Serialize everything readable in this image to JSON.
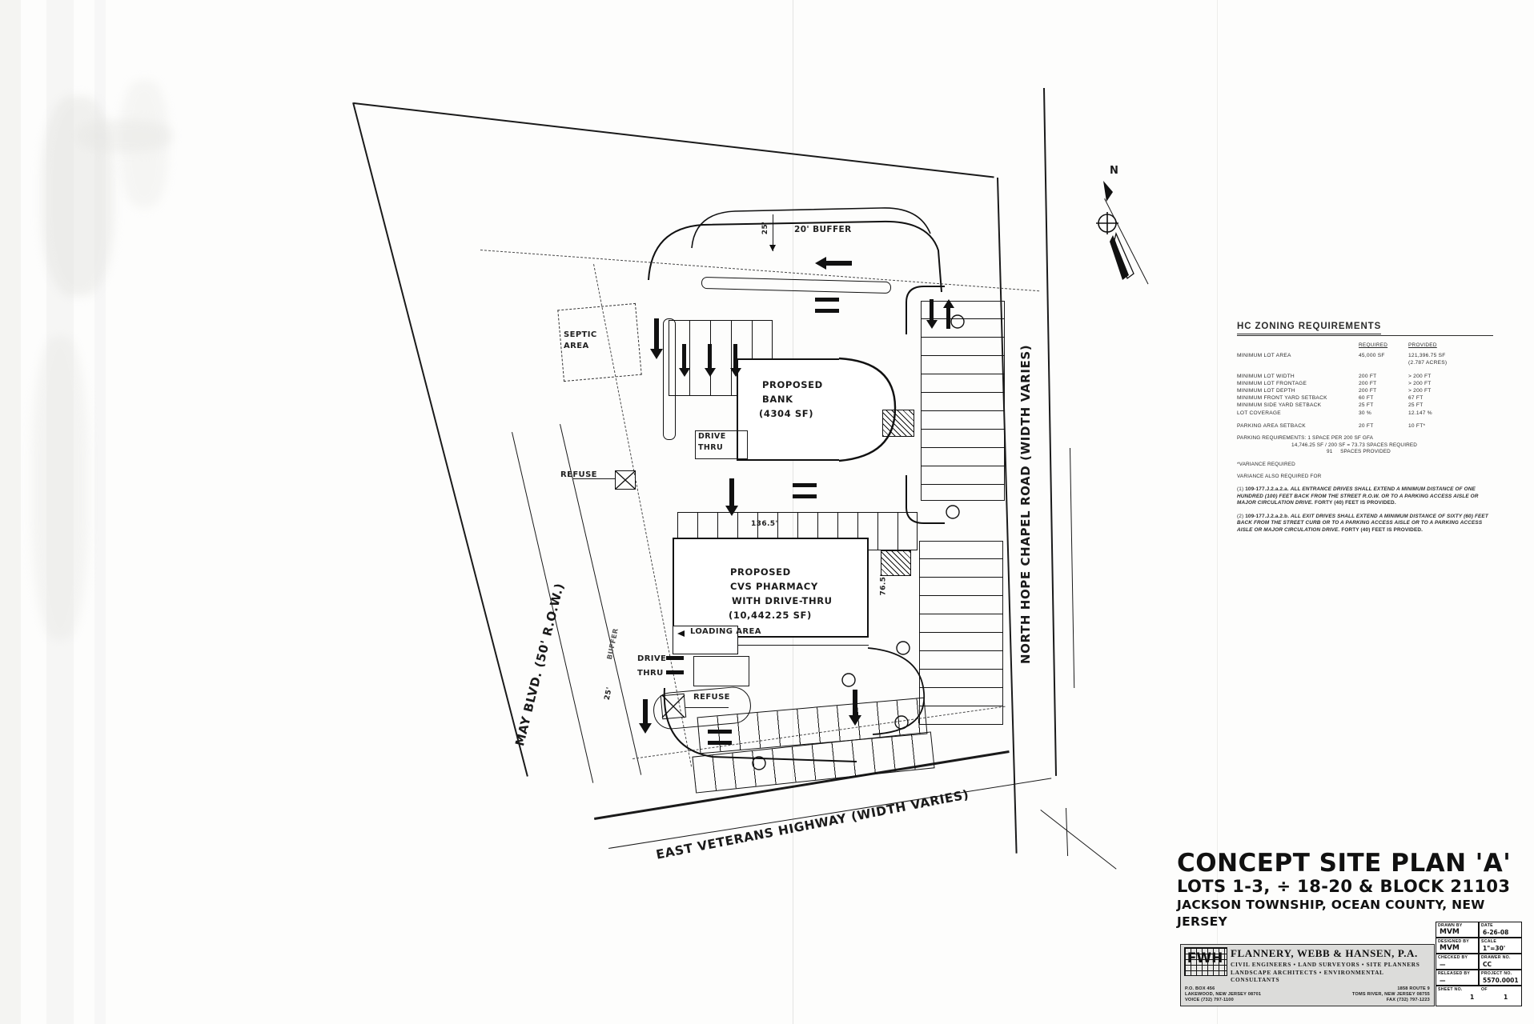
{
  "document": {
    "type": "engineering-site-plan",
    "sheet_title": "CONCEPT SITE PLAN 'A'",
    "lots_line": "LOTS 1-3, ÷ 18-20 & BLOCK 21103",
    "municipality_line": "JACKSON TOWNSHIP, OCEAN COUNTY, NEW JERSEY"
  },
  "zoning": {
    "title": "HC ZONING REQUIREMENTS",
    "col_required": "REQUIRED",
    "col_provided": "PROVIDED",
    "rows": [
      {
        "label": "MINIMUM LOT AREA",
        "required": "45,000 SF",
        "provided": "121,396.75 SF"
      },
      {
        "label": "",
        "required": "",
        "provided": "(2.787 ACRES)"
      },
      {
        "label": "MINIMUM LOT WIDTH",
        "required": "200 FT",
        "provided": "> 200 FT"
      },
      {
        "label": "MINIMUM LOT FRONTAGE",
        "required": "200 FT",
        "provided": "> 200 FT"
      },
      {
        "label": "MINIMUM LOT DEPTH",
        "required": "200 FT",
        "provided": "> 200 FT"
      },
      {
        "label": "MINIMUM FRONT YARD SETBACK",
        "required": "60 FT",
        "provided": "67 FT"
      },
      {
        "label": "MINIMUM SIDE YARD SETBACK",
        "required": "25 FT",
        "provided": "25 FT"
      },
      {
        "label": "LOT COVERAGE",
        "required": "30 %",
        "provided": "12.147 %"
      },
      {
        "label": "PARKING AREA SETBACK",
        "required": "20 FT",
        "provided": "10 FT*"
      }
    ],
    "parking_heading": "PARKING REQUIREMENTS: 1 SPACE PER 200 SF GFA",
    "parking_calc": "14,746.25 SF / 200 SF = 73.73 SPACES REQUIRED",
    "parking_provided_count": "91",
    "parking_provided_label": "SPACES PROVIDED",
    "variance_required": "*VARIANCE REQUIRED",
    "variance_also": "VARIANCE ALSO REQUIRED FOR",
    "notes": [
      {
        "num": "(1)",
        "cite": "109-177.J.2.a.2.a.",
        "text": "ALL ENTRANCE DRIVES SHALL EXTEND A MINIMUM DISTANCE OF ONE HUNDRED (100) FEET BACK FROM THE STREET R.O.W. OR TO A PARKING ACCESS AISLE OR MAJOR CIRCULATION DRIVE.",
        "bold_tail": "FORTY (40) FEET IS PROVIDED."
      },
      {
        "num": "(2)",
        "cite": "109-177.J.2.a.2.b.",
        "text": "ALL EXIT DRIVES SHALL EXTEND A MINIMUM DISTANCE OF SIXTY (60) FEET BACK FROM THE STREET CURB OR TO A PARKING ACCESS AISLE OR TO A PARKING ACCESS AISLE OR MAJOR CIRCULATION DRIVE.",
        "bold_tail": "FORTY (40) FEET IS PROVIDED."
      }
    ]
  },
  "plan_labels": {
    "road_west": "MAY BLVD. (50' R.O.W.)",
    "road_east": "NORTH HOPE CHAPEL ROAD (WIDTH VARIES)",
    "road_south": "EAST VETERANS HIGHWAY (WIDTH VARIES)",
    "buffer": "20' BUFFER",
    "buffer_dim": "25'",
    "buffer_dim_west": "25'",
    "septic": "SEPTIC AREA",
    "refuse_upper": "REFUSE",
    "refuse_lower": "REFUSE",
    "drive_thru_upper_1": "DRIVE",
    "drive_thru_upper_2": "THRU",
    "drive_thru_lower_1": "DRIVE",
    "drive_thru_lower_2": "THRU",
    "loading_area": "LOADING AREA",
    "building_dim_width": "136.5'",
    "building_dim_depth": "76.5'",
    "north_label": "N"
  },
  "buildings": [
    {
      "name": "bank",
      "line1": "PROPOSED",
      "line2": "BANK",
      "line3": "(4304 SF)"
    },
    {
      "name": "pharmacy",
      "line1": "PROPOSED",
      "line2": "CVS PHARMACY",
      "line3": "WITH DRIVE-THRU",
      "line4": "(10,442.25 SF)"
    }
  ],
  "firm": {
    "logo": "FWH",
    "name": "FLANNERY, WEBB & HANSEN, P.A.",
    "services_line1": "CIVIL ENGINEERS  •  LAND SURVEYORS  •  SITE PLANNERS",
    "services_line2": "LANDSCAPE ARCHITECTS  •  ENVIRONMENTAL CONSULTANTS",
    "office1_line1": "P.O. BOX 456",
    "office1_line2": "LAKEWOOD, NEW JERSEY 08701",
    "office1_line3": "VOICE (732) 797-1100",
    "office2_line1": "1858 ROUTE 9",
    "office2_line2": "TOMS RIVER, NEW JERSEY 08755",
    "office2_line3": "FAX (732) 797-1223"
  },
  "info_boxes": {
    "drawn_by_label": "DRAWN BY",
    "drawn_by_value": "MVM",
    "date_label": "DATE",
    "date_value": "6-26-08",
    "designed_by_label": "DESIGNED BY",
    "designed_by_value": "MVM",
    "scale_label": "SCALE",
    "scale_value": "1\"=30'",
    "checked_by_label": "CHECKED BY",
    "checked_by_value": "—",
    "drawer_no_label": "DRAWER NO.",
    "drawer_no_value": "CC",
    "released_by_label": "RELEASED BY",
    "released_by_value": "—",
    "project_no_label": "PROJECT NO.",
    "project_no_value": "5570.0001",
    "sheet_no_label": "SHEET NO.",
    "sheet_no_value": "1",
    "sheet_of_label": "OF",
    "sheet_of_value": "1"
  }
}
